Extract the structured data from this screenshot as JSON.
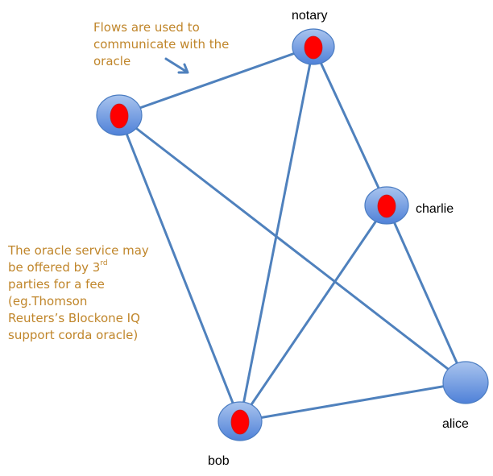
{
  "diagram": {
    "colors": {
      "edge": "#4f81bd",
      "node_fill_top": "#a9c4ee",
      "node_fill_bottom": "#4f81d8",
      "node_stroke": "#4a7cc2",
      "marker": "#ff0000",
      "note_text": "#c0862b"
    },
    "nodes": [
      {
        "id": "oracle",
        "label": "",
        "has_marker": true
      },
      {
        "id": "notary",
        "label": "notary",
        "has_marker": true
      },
      {
        "id": "charlie",
        "label": "charlie",
        "has_marker": true
      },
      {
        "id": "alice",
        "label": "alice",
        "has_marker": false
      },
      {
        "id": "bob",
        "label": "bob",
        "has_marker": true
      }
    ],
    "edges": [
      [
        "oracle",
        "notary"
      ],
      [
        "oracle",
        "bob"
      ],
      [
        "oracle",
        "alice"
      ],
      [
        "notary",
        "bob"
      ],
      [
        "notary",
        "charlie"
      ],
      [
        "charlie",
        "bob"
      ],
      [
        "charlie",
        "alice"
      ],
      [
        "bob",
        "alice"
      ]
    ],
    "notes": {
      "flows": {
        "lines": [
          "Flows are used to",
          "communicate with the",
          "oracle"
        ],
        "arrow": "arrow-pointing-to-oracle-notary-edge"
      },
      "oracle_service": {
        "line1": "The oracle service may",
        "line2_pre": "be offered by 3",
        "line2_sup": "rd",
        "line3": "parties for a fee",
        "line4": "(eg.Thomson",
        "line5": "Reuters’s Blockone IQ",
        "line6": "support corda oracle)"
      }
    }
  }
}
